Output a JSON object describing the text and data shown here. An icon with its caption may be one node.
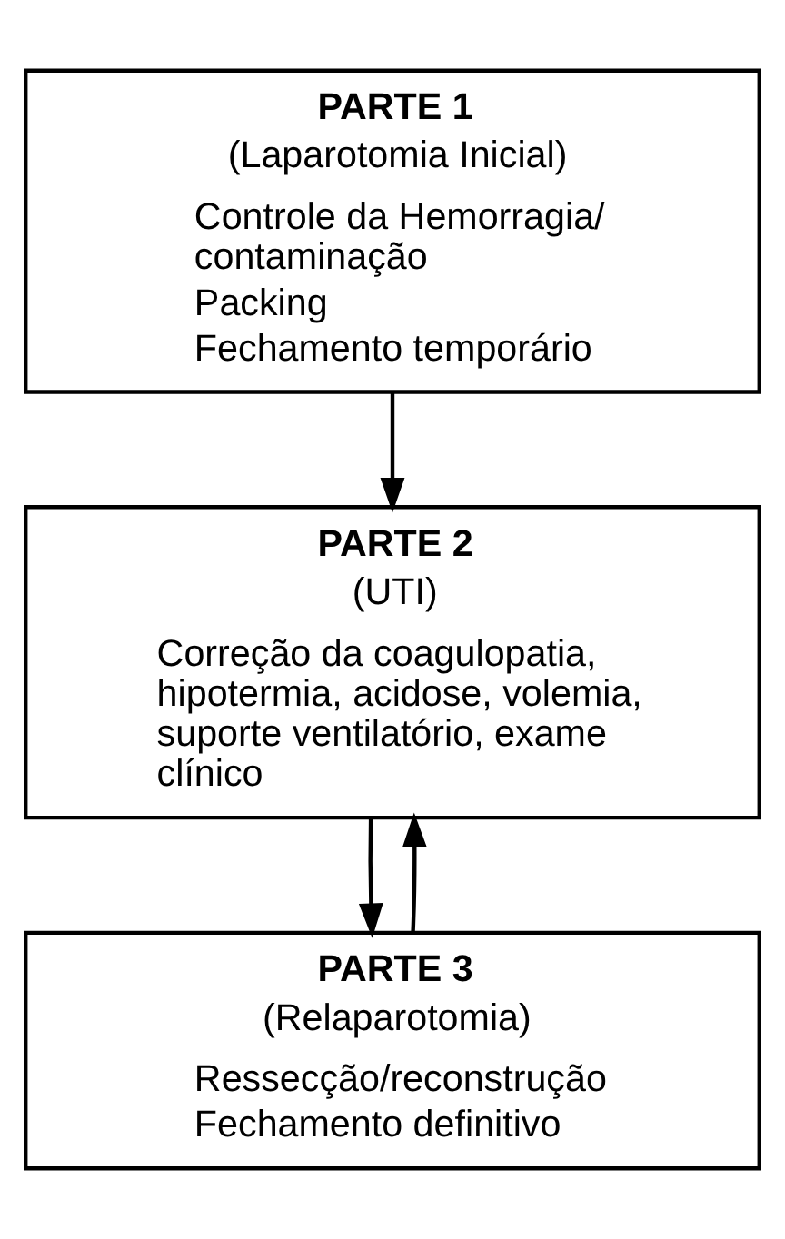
{
  "diagram": {
    "nodes": [
      {
        "text": [
          "PARTE 1",
          "(Laparotomia Inicial)",
          "Controle da Hemorragia/ contaminação",
          "Packing",
          "Fechamento temporário"
        ]
      },
      {
        "text": [
          "PARTE 2",
          "(UTI)",
          "Correção da coagulopatia, hipotermia, acidose, volemia, suporte ventilatório, exame clínico"
        ]
      },
      {
        "text": [
          "PARTE 3",
          "(Relaparotomia)",
          "Ressecção/reconstrução",
          "Fechamento definitivo"
        ]
      }
    ],
    "edges": [
      {
        "from": 0,
        "to": 1,
        "arrow": "to"
      },
      {
        "from": 1,
        "to": 2,
        "arrow": "to"
      },
      {
        "from": 2,
        "to": 1,
        "arrow": "to"
      }
    ]
  }
}
